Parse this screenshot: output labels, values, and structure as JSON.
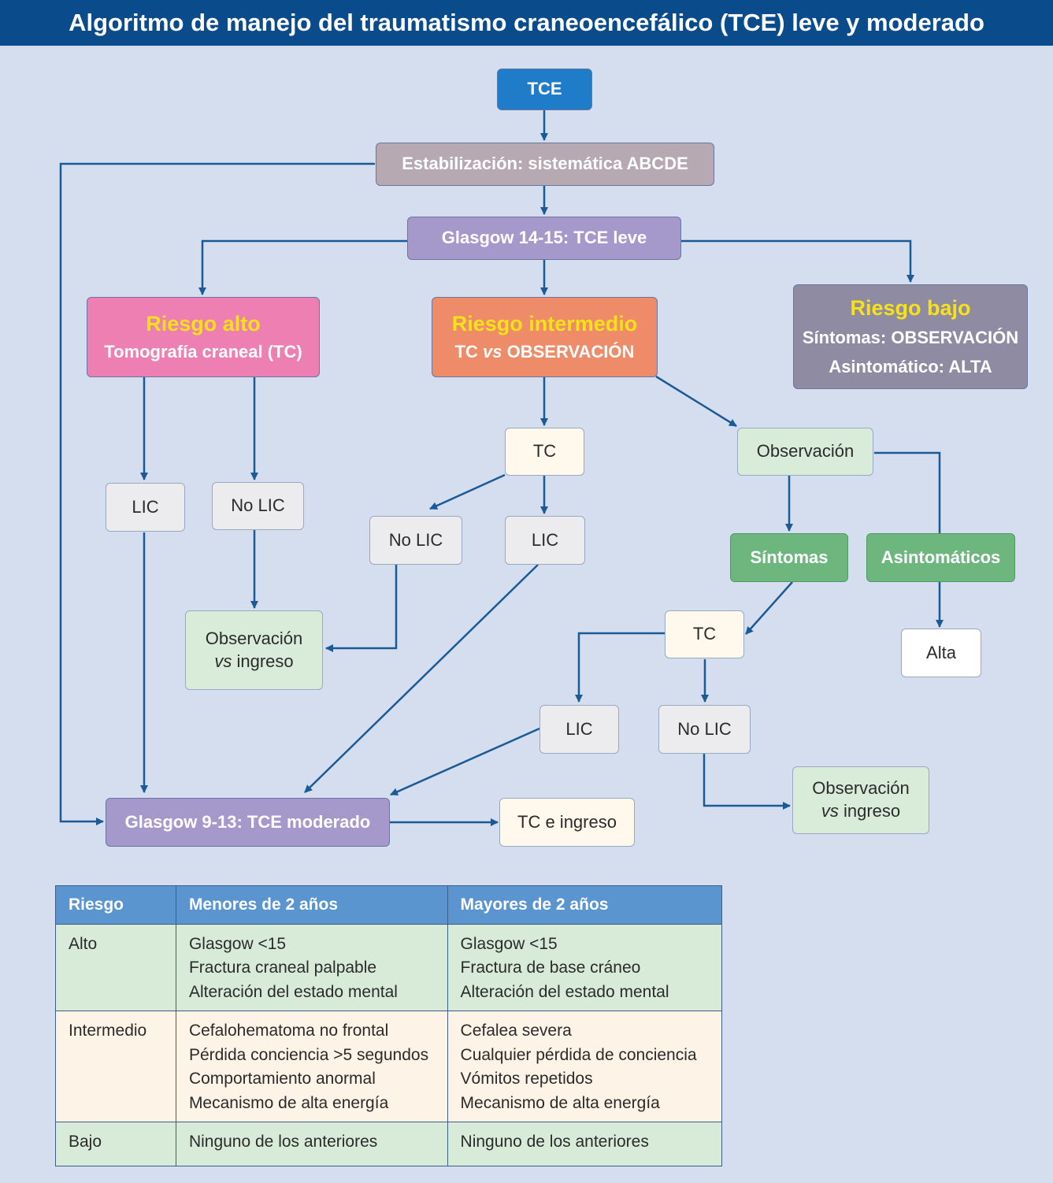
{
  "title": "Algoritmo de manejo del traumatismo craneoencefálico (TCE) leve y moderado",
  "nodes": {
    "tce": "TCE",
    "estabilizacion": "Estabilización: sistemática ABCDE",
    "glasgow_leve": "Glasgow 14-15: TCE leve",
    "riesgo_alto": {
      "title": "Riesgo alto",
      "text": "Tomografía craneal (TC)"
    },
    "riesgo_intermedio": {
      "title": "Riesgo intermedio",
      "text_before": "TC ",
      "text_vs": "vs",
      "text_after": " OBSERVACIÓN"
    },
    "riesgo_bajo": {
      "title": "Riesgo bajo",
      "line1": "Síntomas: OBSERVACIÓN",
      "line2": "Asintomático: ALTA"
    },
    "lic": "LIC",
    "no_lic": "No LIC",
    "tc": "TC",
    "observacion": "Observación",
    "obs_vs_ingreso": {
      "line1": "Observación",
      "vs": "vs",
      "rest": " ingreso"
    },
    "sintomas": "Síntomas",
    "asintomaticos": "Asintomáticos",
    "alta": "Alta",
    "glasgow_moderado": "Glasgow 9-13: TCE moderado",
    "tc_ingreso": "TC e ingreso"
  },
  "table": {
    "headers": [
      "Riesgo",
      "Menores de 2 años",
      "Mayores de 2 años"
    ],
    "rows": [
      {
        "risk": "Alto",
        "menores": [
          "Glasgow <15",
          "Fractura craneal palpable",
          "Alteración del estado mental"
        ],
        "mayores": [
          "Glasgow <15",
          "Fractura de base cráneo",
          "Alteración del estado mental"
        ]
      },
      {
        "risk": "Intermedio",
        "menores": [
          "Cefalohematoma no frontal",
          "Pérdida conciencia >5 segundos",
          "Comportamiento anormal",
          "Mecanismo de alta energía"
        ],
        "mayores": [
          "Cefalea severa",
          "Cualquier pérdida de conciencia",
          "Vómitos repetidos",
          "Mecanismo de alta energía"
        ]
      },
      {
        "risk": "Bajo",
        "menores": [
          "Ninguno de los anteriores"
        ],
        "mayores": [
          "Ninguno de los anteriores"
        ]
      }
    ]
  },
  "colors": {
    "title_bg": "#0a4b8c",
    "background": "#d5deef",
    "tce": "#1f7cc8",
    "estabilizacion": "#b7a9b1",
    "glasgow": "#a599cc",
    "riesgo_alto": "#ee7fb2",
    "riesgo_intermedio": "#ee8b68",
    "riesgo_bajo": "#8e8ba3",
    "sintomas": "#6db77f",
    "light_green": "#d9ecd9",
    "light_gray": "#ececee",
    "cream": "#fff8ec",
    "arrow": "#1a5a96",
    "table_header": "#5b95d0"
  }
}
